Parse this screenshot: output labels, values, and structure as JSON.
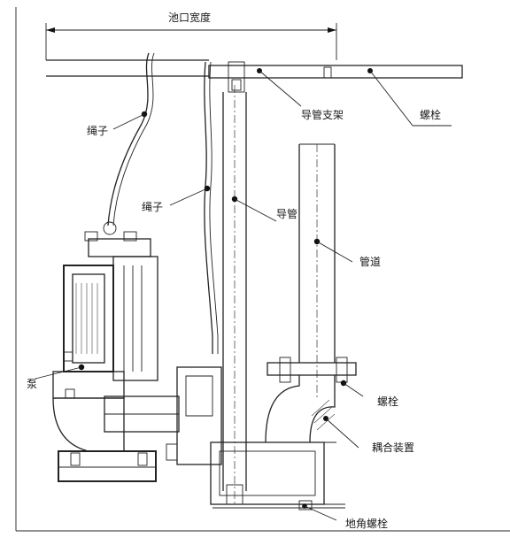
{
  "labels": {
    "pool_width": "池口宽度",
    "rope_left": "绳子",
    "rope_mid": "绳子",
    "guide_bracket": "导管支架",
    "bolt_top": "螺栓",
    "guide_pipe": "导管",
    "pipeline": "管道",
    "pump": "泵",
    "bolt_right": "螺栓",
    "coupling_device": "耦合装置",
    "anchor_bolt": "地角螺栓"
  },
  "colors": {
    "line": "#222222",
    "background": "#ffffff"
  }
}
